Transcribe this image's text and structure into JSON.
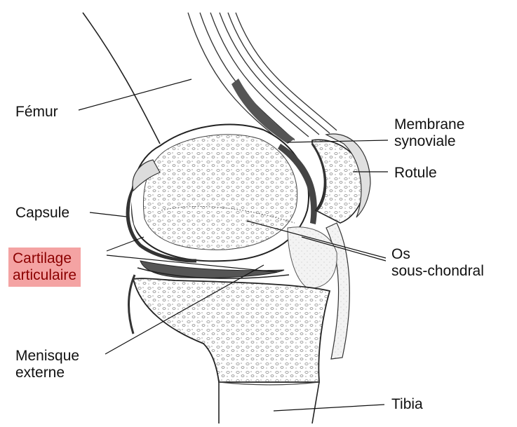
{
  "diagram": {
    "colors": {
      "highlight": "#f4a3a3",
      "highlight_text": "#8b0000",
      "ink": "#111111",
      "bone_stipple": "#b8b8b8"
    },
    "labels": {
      "femur": "Fémur",
      "membrane_line1": "Membrane",
      "membrane_line2": "synoviale",
      "rotule": "Rotule",
      "capsule": "Capsule",
      "cartilage_line1": "Cartilage",
      "cartilage_line2": "articulaire",
      "os_line1": "Os",
      "os_line2": "sous-chondral",
      "menisque_line1": "Menisque",
      "menisque_line2": "externe",
      "tibia": "Tibia"
    }
  }
}
